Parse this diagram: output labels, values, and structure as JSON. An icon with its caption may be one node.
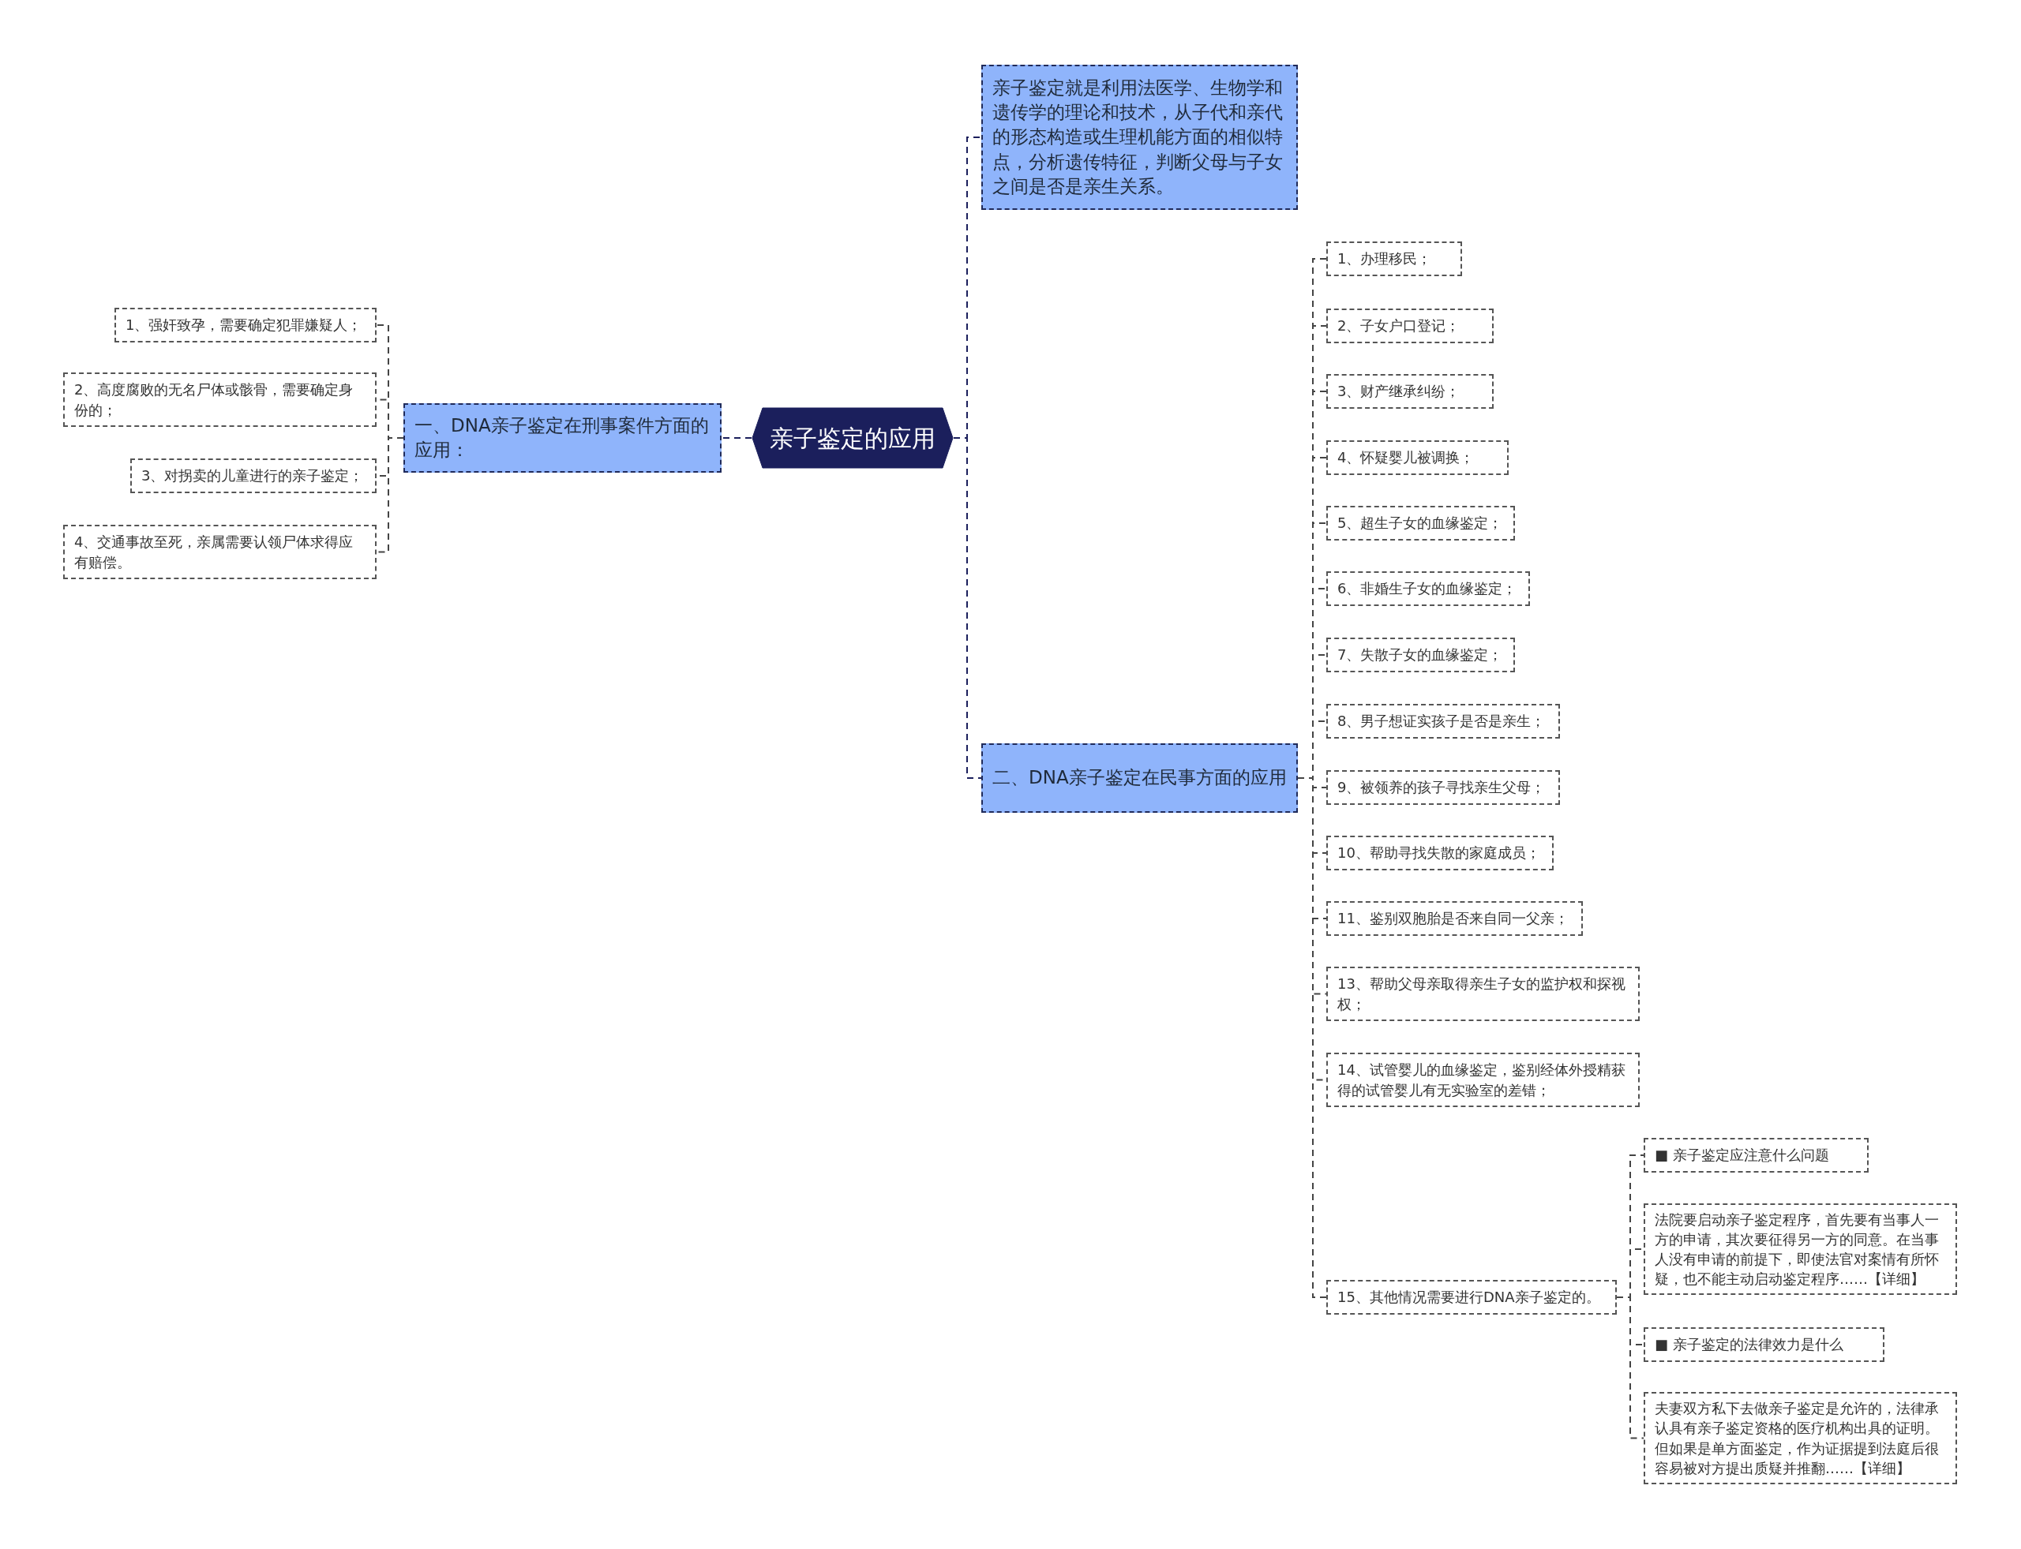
{
  "diagram": {
    "nodes": [
      {
        "text": [
          "亲子鉴定的应用"
        ]
      },
      {
        "text": [
          "一、DNA亲子鉴定在刑事案件方面的应用："
        ]
      },
      {
        "text": [
          "1、强奸致孕，需要确定犯罪嫌疑人；"
        ]
      },
      {
        "text": [
          "2、高度腐败的无名尸体或骸骨，需要确定身份的；"
        ]
      },
      {
        "text": [
          "3、对拐卖的儿童进行的亲子鉴定；"
        ]
      },
      {
        "text": [
          "4、交通事故至死，亲属需要认领尸体求得应有赔偿。"
        ]
      },
      {
        "text": [
          "亲子鉴定就是利用法医学、生物学和遗传学的理论和技术，从子代和亲代的形态构造或生理机能方面的相似特点，分析遗传特征，判断父母与子女之间是否是亲生关系。"
        ]
      },
      {
        "text": [
          "二、DNA亲子鉴定在民事方面的应用"
        ]
      },
      {
        "text": [
          "1、办理移民；"
        ]
      },
      {
        "text": [
          "2、子女户口登记；"
        ]
      },
      {
        "text": [
          "3、财产继承纠纷；"
        ]
      },
      {
        "text": [
          "4、怀疑婴儿被调换；"
        ]
      },
      {
        "text": [
          "5、超生子女的血缘鉴定；"
        ]
      },
      {
        "text": [
          "6、非婚生子女的血缘鉴定；"
        ]
      },
      {
        "text": [
          "7、失散子女的血缘鉴定；"
        ]
      },
      {
        "text": [
          "8、男子想证实孩子是否是亲生；"
        ]
      },
      {
        "text": [
          "9、被领养的孩子寻找亲生父母；"
        ]
      },
      {
        "text": [
          "10、帮助寻找失散的家庭成员；"
        ]
      },
      {
        "text": [
          "11、鉴别双胞胎是否来自同一父亲；"
        ]
      },
      {
        "text": [
          "13、帮助父母亲取得亲生子女的监护权和探视权；"
        ]
      },
      {
        "text": [
          "14、试管婴儿的血缘鉴定，鉴别经体外授精获得的试管婴儿有无实验室的差错；"
        ]
      },
      {
        "text": [
          "15、其他情况需要进行DNA亲子鉴定的。"
        ]
      },
      {
        "text": [
          "■ 亲子鉴定应注意什么问题"
        ]
      },
      {
        "text": [
          "法院要启动亲子鉴定程序，首先要有当事人一方的申请，其次要征得另一方的同意。在当事人没有申请的前提下，即使法官对案情有所怀疑，也不能主动启动鉴定程序……【详细】"
        ]
      },
      {
        "text": [
          "■ 亲子鉴定的法律效力是什么"
        ]
      },
      {
        "text": [
          "夫妻双方私下去做亲子鉴定是允许的，法律承认具有亲子鉴定资格的医疗机构出具的证明。但如果是单方面鉴定，作为证据提到法庭后很容易被对方提出质疑并推翻……【详细】"
        ]
      }
    ],
    "edges": [
      {
        "from": 0,
        "to": 1,
        "arrow": "none"
      },
      {
        "from": 1,
        "to": 2,
        "arrow": "none"
      },
      {
        "from": 1,
        "to": 3,
        "arrow": "none"
      },
      {
        "from": 1,
        "to": 4,
        "arrow": "none"
      },
      {
        "from": 1,
        "to": 5,
        "arrow": "none"
      },
      {
        "from": 0,
        "to": 6,
        "arrow": "none"
      },
      {
        "from": 0,
        "to": 7,
        "arrow": "none"
      },
      {
        "from": 7,
        "to": 8,
        "arrow": "none"
      },
      {
        "from": 7,
        "to": 9,
        "arrow": "none"
      },
      {
        "from": 7,
        "to": 10,
        "arrow": "none"
      },
      {
        "from": 7,
        "to": 11,
        "arrow": "none"
      },
      {
        "from": 7,
        "to": 12,
        "arrow": "none"
      },
      {
        "from": 7,
        "to": 13,
        "arrow": "none"
      },
      {
        "from": 7,
        "to": 14,
        "arrow": "none"
      },
      {
        "from": 7,
        "to": 15,
        "arrow": "none"
      },
      {
        "from": 7,
        "to": 16,
        "arrow": "none"
      },
      {
        "from": 7,
        "to": 17,
        "arrow": "none"
      },
      {
        "from": 7,
        "to": 18,
        "arrow": "none"
      },
      {
        "from": 7,
        "to": 19,
        "arrow": "none"
      },
      {
        "from": 7,
        "to": 20,
        "arrow": "none"
      },
      {
        "from": 7,
        "to": 21,
        "arrow": "none"
      },
      {
        "from": 21,
        "to": 22,
        "arrow": "none"
      },
      {
        "from": 21,
        "to": 23,
        "arrow": "none"
      },
      {
        "from": 21,
        "to": 24,
        "arrow": "none"
      },
      {
        "from": 21,
        "to": 25,
        "arrow": "none"
      }
    ]
  }
}
